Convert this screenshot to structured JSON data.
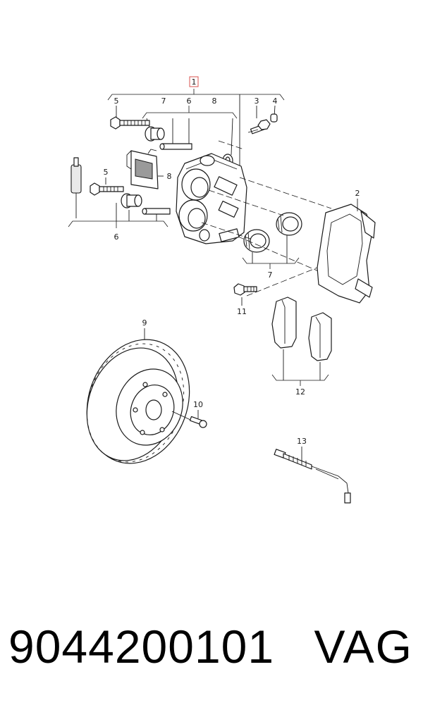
{
  "callouts": {
    "c1": "1",
    "c2": "2",
    "c3": "3",
    "c4": "4",
    "c5a": "5",
    "c5b": "5",
    "c6a": "6",
    "c6b": "6",
    "c7a": "7",
    "c7b": "7",
    "c8a": "8",
    "c8b": "8",
    "c9": "9",
    "c10": "10",
    "c11": "11",
    "c12": "12",
    "c13": "13"
  },
  "footer": {
    "part_number": "9044200101",
    "brand": "VAG"
  },
  "colors": {
    "highlight": "#d9534f",
    "line": "#1a1a1a"
  }
}
